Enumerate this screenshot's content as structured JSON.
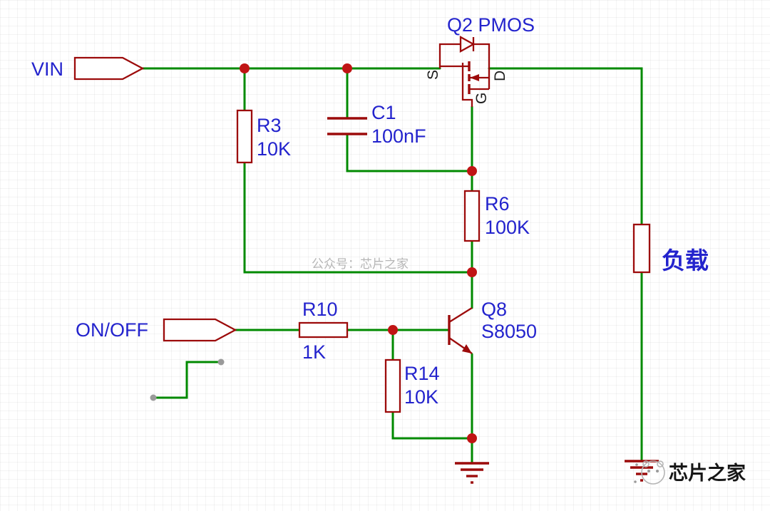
{
  "colors": {
    "wire_green": "#008a00",
    "component_red": "#9c0b0b",
    "junction_red": "#c01414",
    "label_blue": "#2323cd",
    "watermark_gray": "#b6b6b6",
    "brand_black": "#161616"
  },
  "ports": {
    "vin": "VIN",
    "on_off": "ON/OFF"
  },
  "components": {
    "q2": {
      "designator": "Q2 PMOS",
      "pins": {
        "s": "S",
        "g": "G",
        "d": "D"
      }
    },
    "r3": {
      "designator": "R3",
      "value": "10K"
    },
    "c1": {
      "designator": "C1",
      "value": "100nF"
    },
    "r6": {
      "designator": "R6",
      "value": "100K"
    },
    "q8": {
      "designator": "Q8",
      "part": "S8050"
    },
    "r10": {
      "designator": "R10",
      "value": "1K"
    },
    "r14": {
      "designator": "R14",
      "value": "10K"
    },
    "load": {
      "label": "负载"
    }
  },
  "watermark": {
    "text": "公众号：芯片之家"
  },
  "brand": {
    "text": "芯片之家"
  }
}
